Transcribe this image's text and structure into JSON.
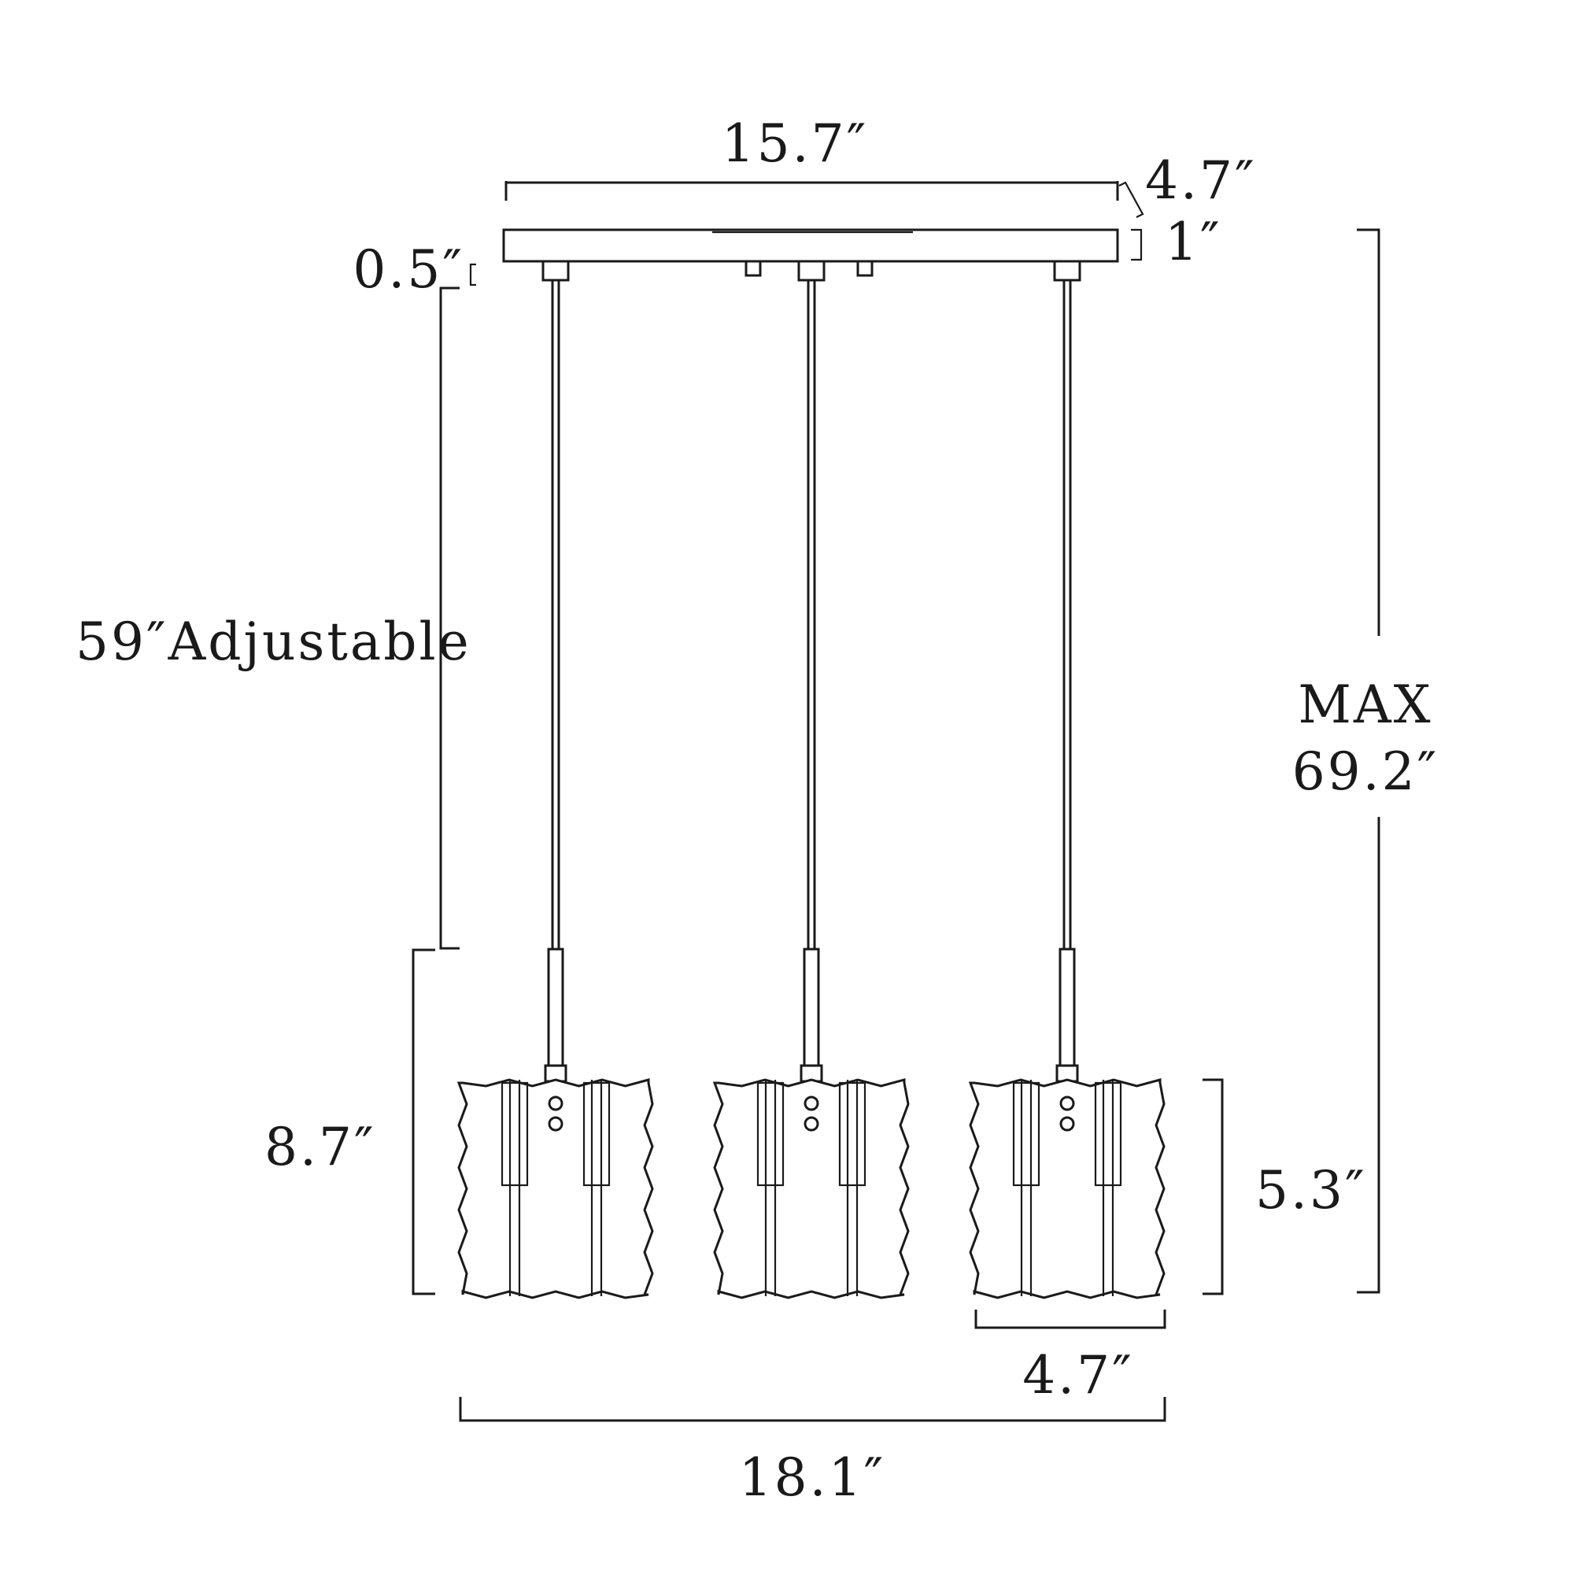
{
  "dimensions": {
    "canopy_length": "15.7″",
    "canopy_width": "4.7″",
    "canopy_height": "1″",
    "mount_gap": "0.5″",
    "adjustable_rod": "59″Adjustable",
    "max_height_label": "MAX",
    "max_height_value": "69.2″",
    "pendant_total_height": "8.7″",
    "shade_height": "5.3″",
    "shade_width": "4.7″",
    "overall_width": "18.1″"
  },
  "colors": {
    "ink": "#1a1a1a",
    "background": "#ffffff"
  },
  "pendants": [
    "pendant-left",
    "pendant-center",
    "pendant-right"
  ]
}
